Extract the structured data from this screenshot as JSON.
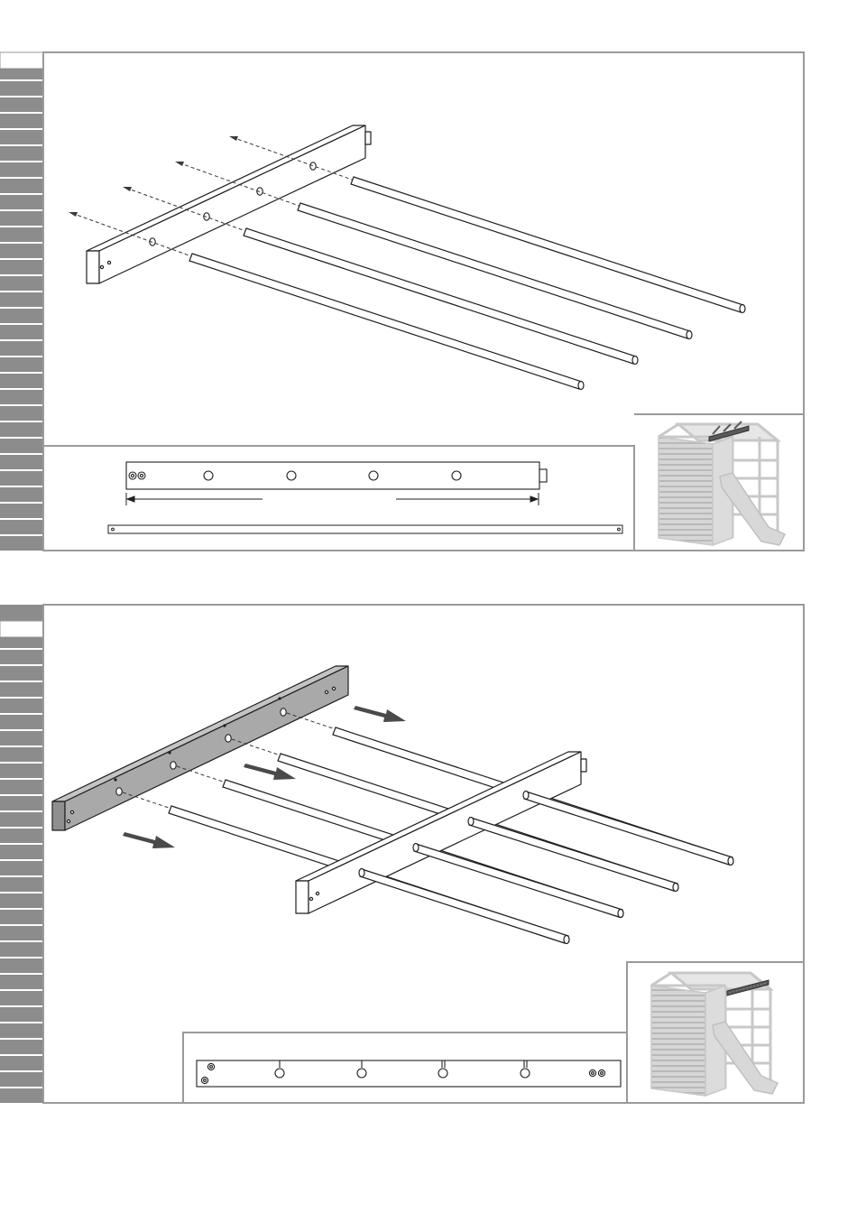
{
  "document": {
    "type": "assembly-instructions",
    "steps": [
      {
        "id": "step-1",
        "main_view": "beam-with-four-rods-inserted",
        "detail_view": "beam-hole-diagram-with-length-marker",
        "overview": "playhouse-with-slide-highlight-top"
      },
      {
        "id": "step-2",
        "main_view": "second-beam-attached-to-rod-ends",
        "detail_view": "beam-hole-diagram-with-screws",
        "overview": "playhouse-with-slide-highlight-side"
      }
    ],
    "colors": {
      "frame": "#9a9a9a",
      "tab_band": "#8c8c8c",
      "line": "#1f1f1f",
      "beam_fill_shaded": "#a9a9a9",
      "ghost": "#cfcfcf",
      "highlight": "#5a5a5a"
    },
    "icons": [
      "arrow-icon",
      "screw-icon",
      "hole-icon"
    ]
  }
}
